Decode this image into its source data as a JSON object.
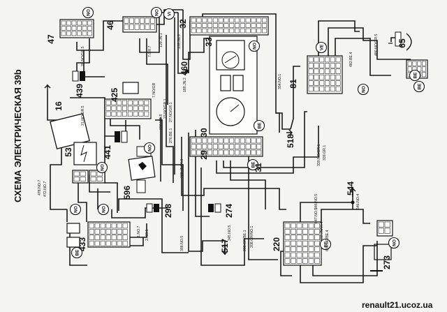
{
  "title": "СХЕМА ЭЛЕКТРИЧЕСКАЯ 39b",
  "watermark": "renault21.ucoz.ua",
  "components": [
    {
      "id": "47"
    },
    {
      "id": "46"
    },
    {
      "id": "32"
    },
    {
      "id": "33"
    },
    {
      "id": "439"
    },
    {
      "id": "425"
    },
    {
      "id": "460"
    },
    {
      "id": "16"
    },
    {
      "id": "441"
    },
    {
      "id": "53"
    },
    {
      "id": "596"
    },
    {
      "id": "30"
    },
    {
      "id": "29"
    },
    {
      "id": "31"
    },
    {
      "id": "518"
    },
    {
      "id": "81"
    },
    {
      "id": "65"
    },
    {
      "id": "298"
    },
    {
      "id": "274"
    },
    {
      "id": "517"
    },
    {
      "id": "220"
    },
    {
      "id": "544"
    },
    {
      "id": "433"
    },
    {
      "id": "273"
    }
  ],
  "badges": [
    "NO",
    "NO",
    "VI",
    "NO",
    "NO",
    "BE",
    "BE",
    "NO",
    "NO",
    "NO",
    "NO",
    "BE",
    "BE",
    "NO",
    "BE",
    "BE",
    "VE"
  ],
  "wire_labels": [
    "20.NO/GR.5",
    "21.NO/GR.5",
    "7.NO/GR",
    "7.GR.7",
    "23.NO/GR.1",
    "27.NO/GR.1",
    "135.JN.5",
    "129.JN.1",
    "180.JN.2",
    "276.BE.1",
    "180.JN/VI.3",
    "354.NO.1",
    "339.NO/GR.1",
    "339.GR.1",
    "478.NO.7",
    "472.NO.7",
    "1.NO.7",
    "2.NO.5",
    "388.NO.5",
    "345.NO.5",
    "208.GR/NO.1",
    "346.NO.5",
    "647.NO.5",
    "632.JN/VI.4",
    "631.GR/BE.4",
    "546.NO.4",
    "482.BE.4",
    "480.NO/GR.5",
    "208.GR/BE.1",
    "338.NO.8"
  ]
}
